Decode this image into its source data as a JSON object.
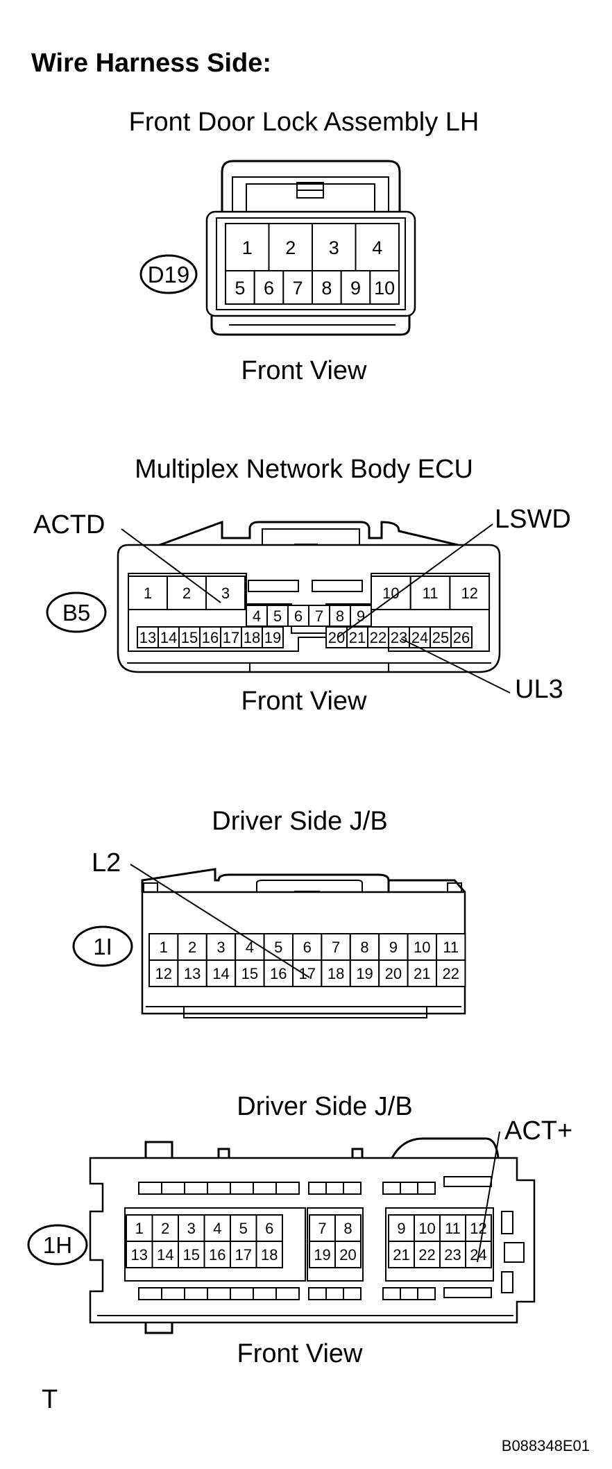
{
  "header": {
    "title": "Wire Harness Side:"
  },
  "connectors": {
    "d19": {
      "title": "Front Door Lock Assembly LH",
      "code": "D19",
      "view": "Front View",
      "row1": [
        "1",
        "2",
        "3",
        "4"
      ],
      "row2": [
        "5",
        "6",
        "7",
        "8",
        "9",
        "10"
      ]
    },
    "b5": {
      "title": "Multiplex Network Body ECU",
      "code": "B5",
      "view": "Front View",
      "left_top": [
        "1",
        "2",
        "3"
      ],
      "mid_top": [
        "4",
        "5",
        "6",
        "7",
        "8",
        "9"
      ],
      "right_top": [
        "10",
        "11",
        "12"
      ],
      "left_bottom": [
        "13",
        "14",
        "15",
        "16",
        "17",
        "18",
        "19"
      ],
      "right_bottom": [
        "20",
        "21",
        "22",
        "23",
        "24",
        "25",
        "26"
      ],
      "callouts": {
        "actd": "ACTD",
        "lswd": "LSWD",
        "ul3": "UL3"
      }
    },
    "i1": {
      "title": "Driver Side J/B",
      "code": "1I",
      "row1": [
        "1",
        "2",
        "3",
        "4",
        "5",
        "6",
        "7",
        "8",
        "9",
        "10",
        "11"
      ],
      "row2": [
        "12",
        "13",
        "14",
        "15",
        "16",
        "17",
        "18",
        "19",
        "20",
        "21",
        "22"
      ],
      "callouts": {
        "l2": "L2"
      }
    },
    "h1": {
      "title": "Driver Side J/B",
      "code": "1H",
      "view": "Front View",
      "g1_top": [
        "1",
        "2",
        "3",
        "4",
        "5",
        "6"
      ],
      "g1_bottom": [
        "13",
        "14",
        "15",
        "16",
        "17",
        "18"
      ],
      "g2_top": [
        "7",
        "8"
      ],
      "g2_bottom": [
        "19",
        "20"
      ],
      "g3_top": [
        "9",
        "10",
        "11",
        "12"
      ],
      "g3_bottom": [
        "21",
        "22",
        "23",
        "24"
      ],
      "callouts": {
        "act_plus": "ACT+"
      }
    }
  },
  "footer": {
    "letter": "T",
    "figure_id": "B088348E01"
  }
}
